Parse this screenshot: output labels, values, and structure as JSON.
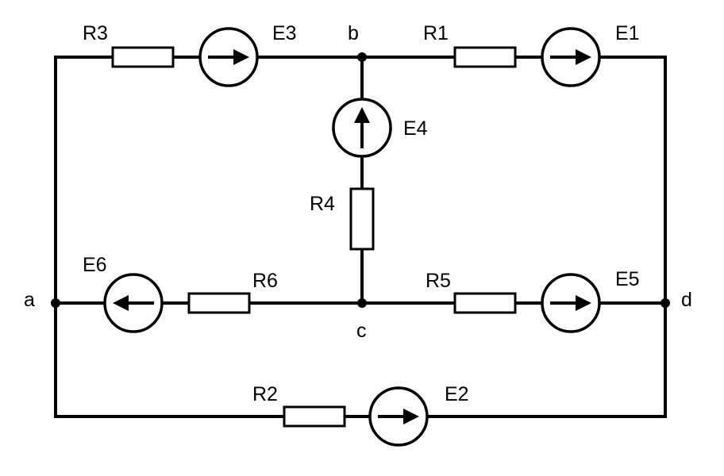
{
  "nodes": {
    "a": "a",
    "b": "b",
    "c": "c",
    "d": "d"
  },
  "resistors": {
    "R1": "R1",
    "R2": "R2",
    "R3": "R3",
    "R4": "R4",
    "R5": "R5",
    "R6": "R6"
  },
  "sources": {
    "E1": "E1",
    "E2": "E2",
    "E3": "E3",
    "E4": "E4",
    "E5": "E5",
    "E6": "E6"
  }
}
